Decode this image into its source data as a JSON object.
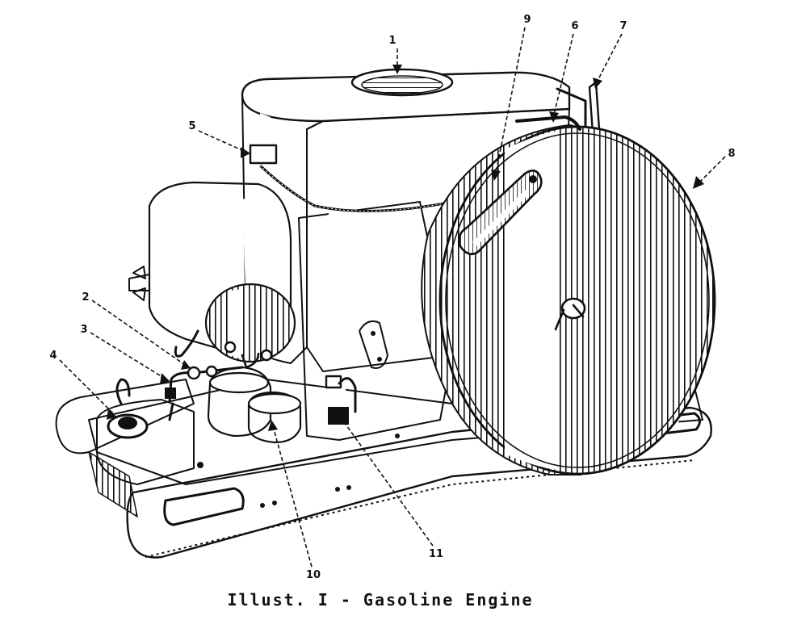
{
  "caption": "Illust. I - Gasoline Engine",
  "callouts": [
    "1",
    "2",
    "3",
    "4",
    "5",
    "6",
    "7",
    "8",
    "9",
    "10",
    "11"
  ],
  "colors": {
    "ink": "#111111",
    "paper": "#ffffff"
  }
}
